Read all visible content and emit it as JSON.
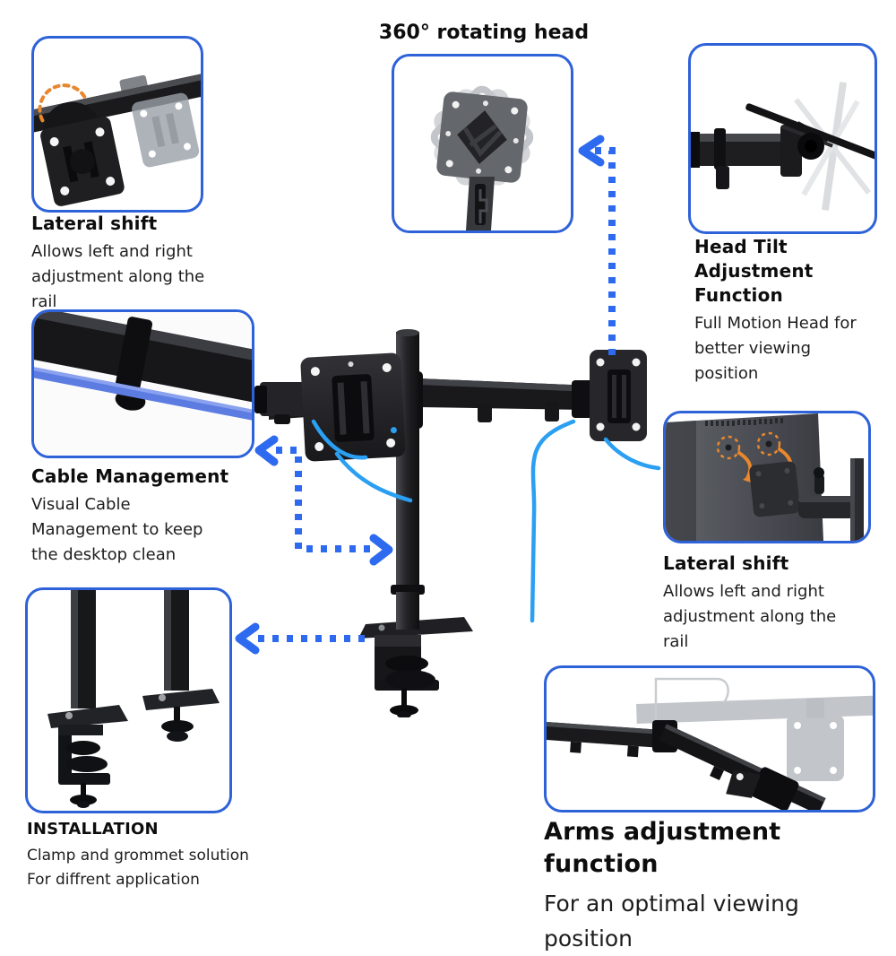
{
  "page": {
    "description": "Dual monitor desk mount feature infographic",
    "background": "#ffffff"
  },
  "colors": {
    "box_border": "#2e62d9",
    "arrow_blue": "#2d6af0",
    "accent_orange": "#e8872d",
    "cable_blue": "#2b9ff2",
    "text_dark": "#121212"
  },
  "features": {
    "lateral_shift_top": {
      "title": "Lateral shift",
      "description": "Allows left and right adjustment along the rail"
    },
    "rotating_head": {
      "title": "360° rotating head"
    },
    "head_tilt": {
      "title": "Head Tilt Adjustment Function",
      "description": "Full Motion Head for better viewing position"
    },
    "cable_management": {
      "title": "Cable Management",
      "description": "Visual Cable Management to keep the desktop clean"
    },
    "lateral_shift_right": {
      "title": "Lateral shift",
      "description": "Allows left and right adjustment along the rail"
    },
    "installation": {
      "title": "INSTALLATION",
      "description": "Clamp and grommet solution For diffrent application"
    },
    "arms_adjustment": {
      "title": "Arms adjustment function",
      "description": "For an optimal viewing position"
    }
  }
}
